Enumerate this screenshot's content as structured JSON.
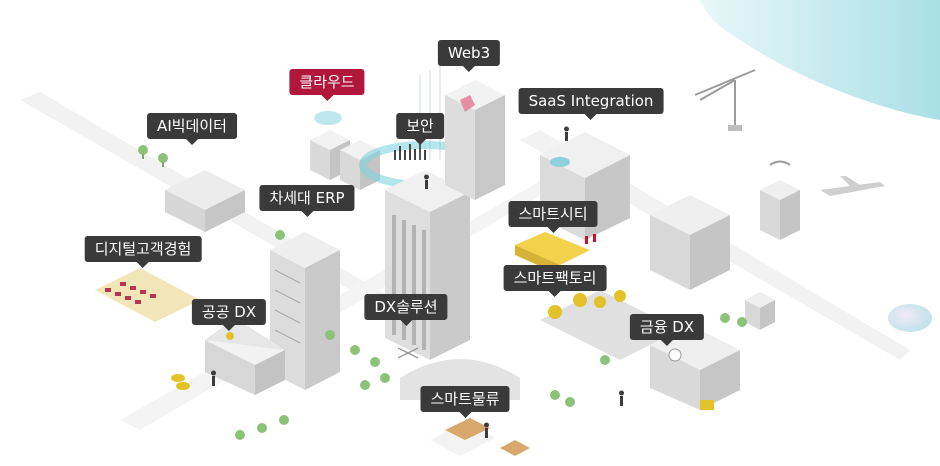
{
  "colors": {
    "label_bg": "#3a3a3a",
    "label_highlight_bg": "#b0173a",
    "label_text": "#ffffff",
    "accent_teal": "#5fc6d6",
    "accent_red": "#c8102e",
    "accent_yellow": "#e3c229"
  },
  "labels": {
    "web3": "Web3",
    "cloud": "클라우드",
    "saas": "SaaS Integration",
    "ai_bigdata": "AI빅데이터",
    "security": "보안",
    "erp": "차세대 ERP",
    "smart_city": "스마트시티",
    "digital_cx": "디지털고객경험",
    "smart_factory": "스마트팩토리",
    "public_dx": "공공 DX",
    "dx_solution": "DX솔루션",
    "finance_dx": "금융 DX",
    "smart_logistics": "스마트물류"
  }
}
